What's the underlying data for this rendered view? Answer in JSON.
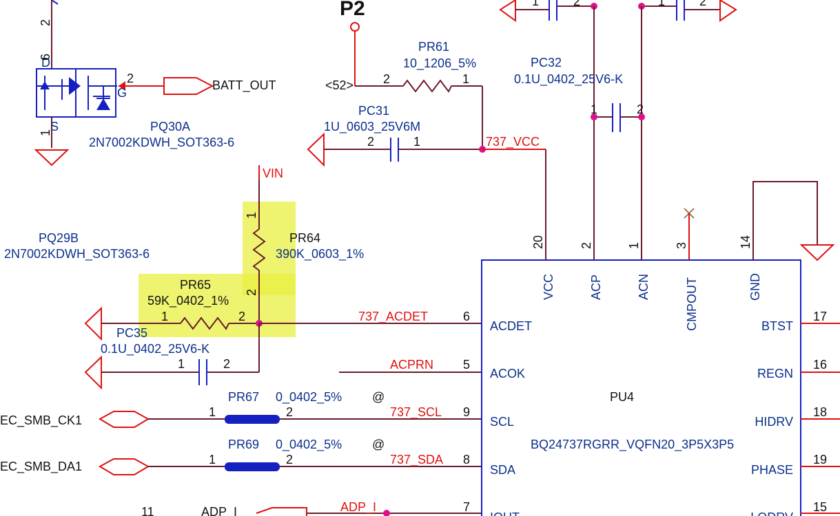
{
  "colors": {
    "component_text": "#0a2f8a",
    "net_label": "#e01010",
    "wire": "#6b1a2a",
    "ic_outline": "#1520c0",
    "junction": "#e0108a",
    "highlight": "#e8f040"
  },
  "offpage": {
    "p2_title": "P2",
    "p2_ref": "<52>"
  },
  "pr61": {
    "ref": "PR61",
    "value": "10_1206_5%",
    "pin1": "1",
    "pin2": "2"
  },
  "pc31": {
    "ref": "PC31",
    "value": "1U_0603_25V6M",
    "pin1": "1",
    "pin2": "2"
  },
  "pc32": {
    "ref": "PC32",
    "value": "0.1U_0402_25V6-K",
    "pin1": "1",
    "pin2": "2"
  },
  "top_caps": {
    "left_pin1": "1",
    "left_pin2": "2",
    "right_pin1": "1",
    "right_pin2": "2"
  },
  "pq30a": {
    "ref": "PQ30A",
    "value": "2N7002KDWH_SOT363-6",
    "pin_d": "D",
    "pin_s": "S",
    "pin_g": "G",
    "pin6": "6",
    "pin1": "1",
    "pin2": "2",
    "pin_top": "2"
  },
  "pq29b": {
    "ref": "PQ29B",
    "value": "2N7002KDWH_SOT363-6"
  },
  "pr64": {
    "ref": "PR64",
    "value": "390K_0603_1%",
    "pin1": "1",
    "pin2": "2"
  },
  "pr65": {
    "ref": "PR65",
    "value": "59K_0402_1%",
    "pin1": "1",
    "pin2": "2"
  },
  "pc35": {
    "ref": "PC35",
    "value": "0.1U_0402_25V6-K",
    "pin1": "1",
    "pin2": "2"
  },
  "pr67": {
    "ref": "PR67",
    "value": "0_0402_5%",
    "marker": "@",
    "pin1": "1",
    "pin2": "2"
  },
  "pr69": {
    "ref": "PR69",
    "value": "0_0402_5%",
    "marker": "@",
    "pin1": "1",
    "pin2": "2"
  },
  "nets": {
    "batt_out": "BATT_OUT",
    "vcc": "737_VCC",
    "vin": "VIN",
    "acdet": "737_ACDET",
    "acprn": "ACPRN",
    "scl": "737_SCL",
    "sda": "737_SDA",
    "adp_i": "ADP_I",
    "ec_smb_ck1": "EC_SMB_CK1",
    "ec_smb_da1": "EC_SMB_DA1",
    "bottom_left_pin": "11",
    "bottom_left_net": "ADP_I"
  },
  "pu4": {
    "ref": "PU4",
    "part": "BQ24737RGRR_VQFN20_3P5X3P5",
    "top_pins": [
      {
        "name": "VCC",
        "num": "20"
      },
      {
        "name": "ACP",
        "num": "2"
      },
      {
        "name": "ACN",
        "num": "1"
      },
      {
        "name": "CMPOUT",
        "num": "3"
      },
      {
        "name": "GND",
        "num": "14"
      }
    ],
    "left_pins": [
      {
        "name": "ACDET",
        "num": "6"
      },
      {
        "name": "ACOK",
        "num": "5"
      },
      {
        "name": "SCL",
        "num": "9"
      },
      {
        "name": "SDA",
        "num": "8"
      },
      {
        "name": "IOUT",
        "num": "7"
      }
    ],
    "right_pins": [
      {
        "name": "BTST",
        "num": "17"
      },
      {
        "name": "REGN",
        "num": "16"
      },
      {
        "name": "HIDRV",
        "num": "18"
      },
      {
        "name": "PHASE",
        "num": "19"
      },
      {
        "name": "LODRV",
        "num": "15"
      }
    ]
  }
}
